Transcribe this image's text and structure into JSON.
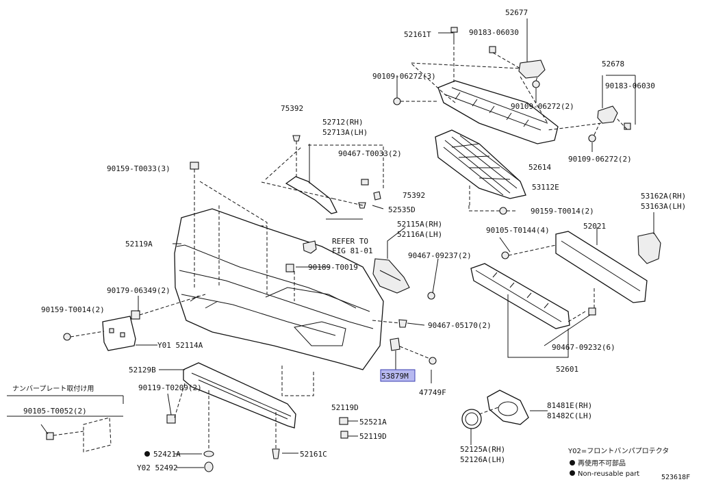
{
  "labels": {
    "p52677": "52677",
    "p52161T": "52161T",
    "p90183a": "90183-06030",
    "p52678": "52678",
    "p90183b": "90183-06030",
    "p90109a": "90109-06272(3)",
    "p90109b": "90109-06272(2)",
    "p90109c": "90109-06272(2)",
    "p75392a": "75392",
    "p52712": "52712(RH)",
    "p52713A": "52713A(LH)",
    "p90467a": "90467-T0033(2)",
    "p52614": "52614",
    "p90159a": "90159-T0033(3)",
    "p53112E": "53112E",
    "p75392b": "75392",
    "p53162A": "53162A(RH)",
    "p53163A": "53163A(LH)",
    "p52535D": "52535D",
    "p90159b": "90159-T0014(2)",
    "p52115A": "52115A(RH)",
    "p52116A": "52116A(LH)",
    "p52021": "52021",
    "p90105a": "90105-T0144(4)",
    "p52119A": "52119A",
    "refer1": "REFER TO",
    "refer2": "FIG 81-01",
    "p90467b": "90467-09237(2)",
    "p90189": "90189-T0019",
    "p90179": "90179-06349(2)",
    "p90467c": "90467-05170(2)",
    "p90159c": "90159-T0014(2)",
    "p52114A": "Y01 52114A",
    "p90467d": "90467-09232(6)",
    "p52129B": "52129B",
    "p53879M": "53879M",
    "p52601": "52601",
    "p47749F": "47749F",
    "plate_jp": "ナンバープレート取付け用",
    "p90119": "90119-T0209(2)",
    "p52119Da": "52119D",
    "p81481E": "81481E(RH)",
    "p81482C": "81482C(LH)",
    "p90105b": "90105-T0052(2)",
    "p52521A": "52521A",
    "p52119Db": "52119D",
    "p52421A": "52421A",
    "p52161C": "52161C",
    "p52125A": "52125A(RH)",
    "p52126A": "52126A(LH)",
    "p52492": "Y02 52492"
  },
  "legend": {
    "y02": "Y02=フロントバンパプロテクタ",
    "reuse_jp": "再使用不可部品",
    "reuse_en": "Non-reusable part"
  },
  "figure_id": "523618F"
}
